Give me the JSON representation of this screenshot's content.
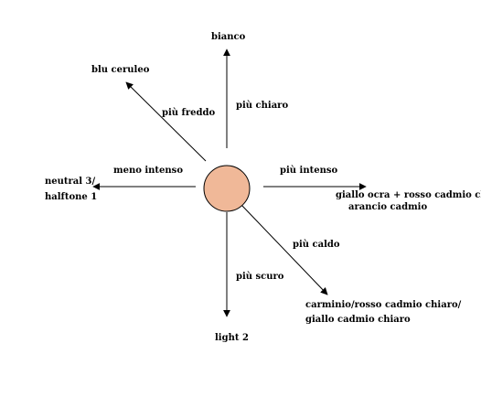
{
  "diagram": {
    "center_color": "#f0b898",
    "center_stroke": "#000000",
    "directions": {
      "up": {
        "end_label": "bianco",
        "arrow_label": "più chiaro"
      },
      "down": {
        "end_label": "light 2",
        "arrow_label": "più scuro"
      },
      "left": {
        "end_label": [
          "neutral 3/",
          "halftone 1"
        ],
        "arrow_label": "meno intenso"
      },
      "right": {
        "end_label": [
          "giallo ocra + rosso cadmio chiaro/",
          "arancio cadmio"
        ],
        "arrow_label": "più intenso"
      },
      "up_left": {
        "end_label": "blu ceruleo",
        "arrow_label": "più freddo"
      },
      "down_right": {
        "end_label": [
          "carminio/rosso cadmio chiaro/",
          "giallo cadmio chiaro"
        ],
        "arrow_label": "più caldo"
      }
    }
  }
}
